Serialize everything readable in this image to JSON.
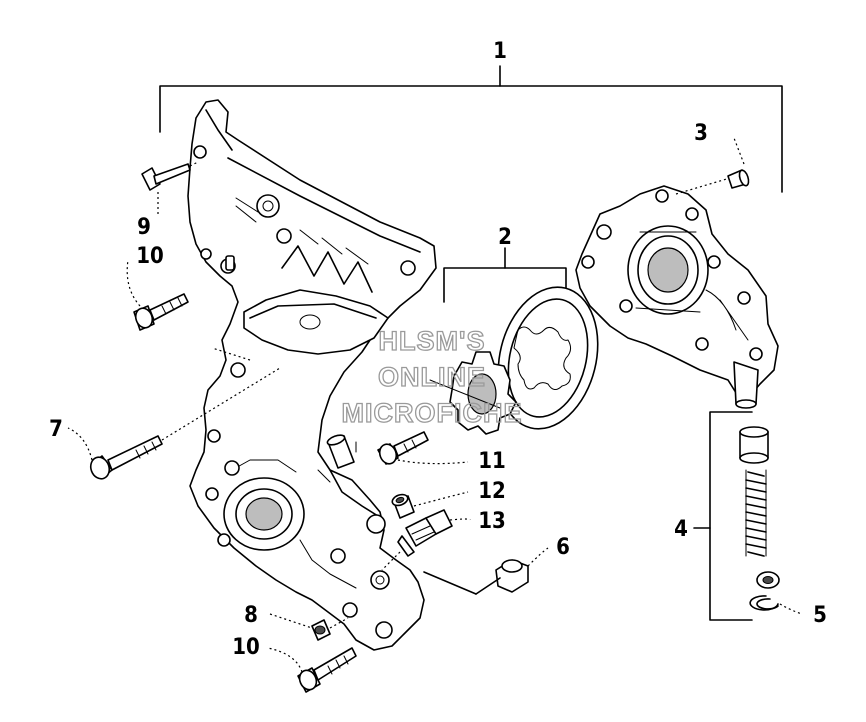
{
  "callouts": {
    "c1": "1",
    "c2": "2",
    "c3": "3",
    "c4": "4",
    "c5": "5",
    "c6": "6",
    "c7": "7",
    "c8": "8",
    "c9": "9",
    "c10a": "10",
    "c10b": "10",
    "c11": "11",
    "c12": "12",
    "c13": "13"
  },
  "watermark": {
    "line1": "HLSM'S",
    "line2": "ONLINE",
    "line3": "MICROFICHE"
  }
}
